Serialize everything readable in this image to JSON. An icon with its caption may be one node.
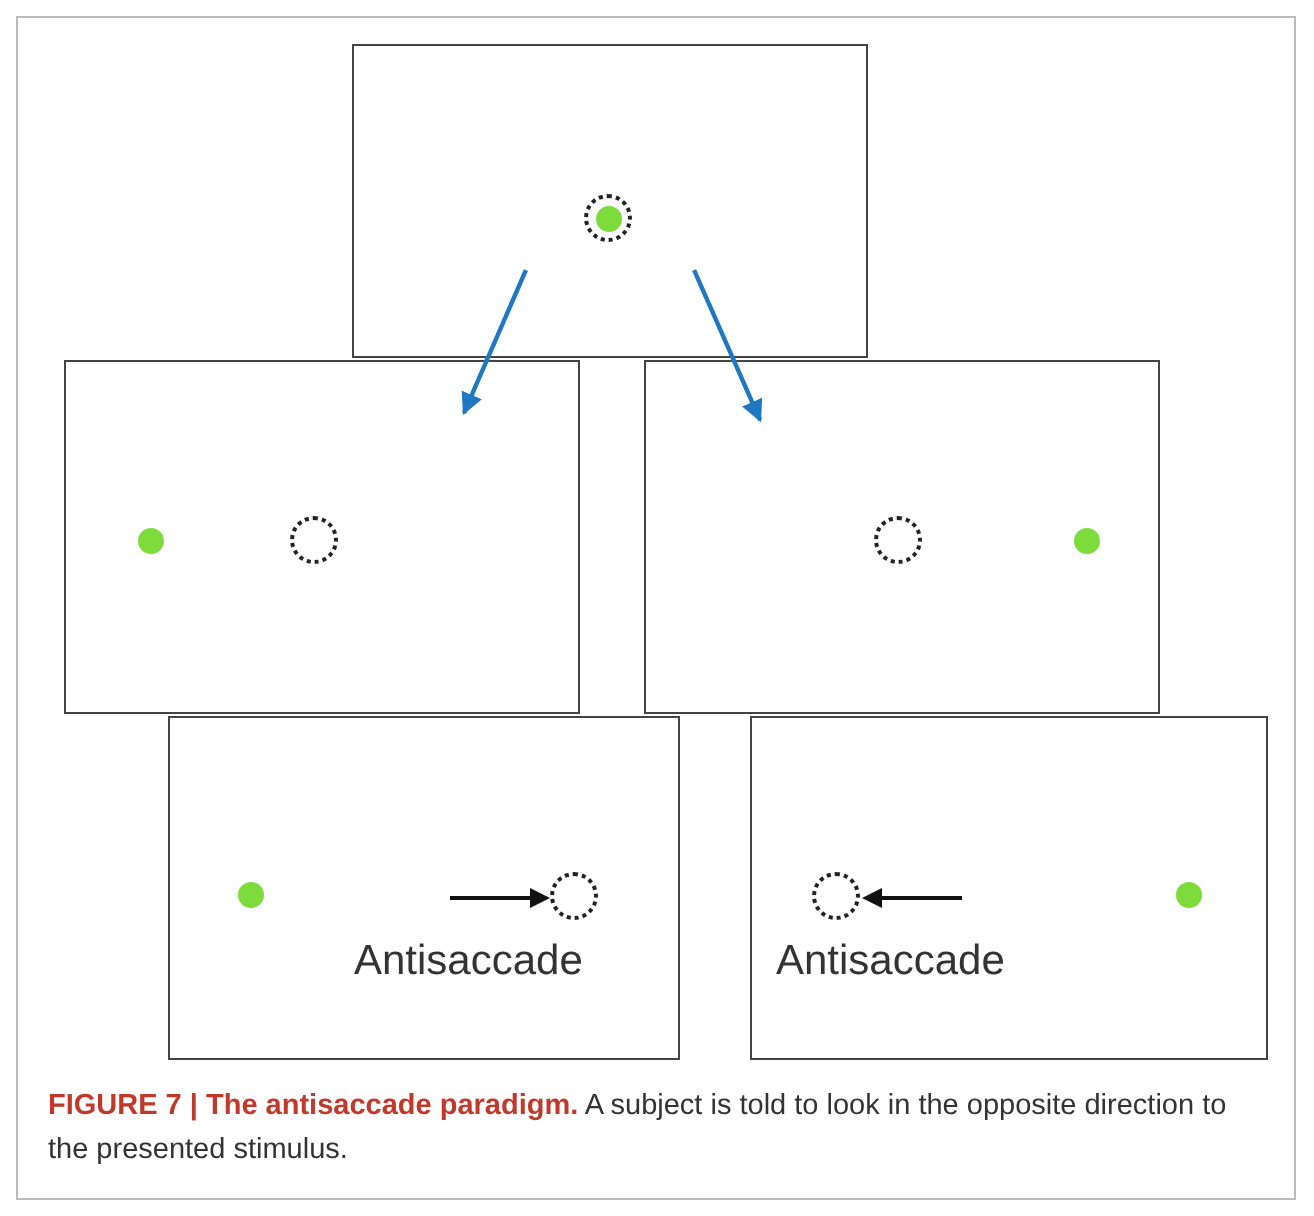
{
  "diagram": {
    "caption": "**FIGURE 7 | The antisaccade paradigm.** A subject is told to look in the opposite direction to the presented stimulus.",
    "nodes": [
      {
        "text": [],
        "shape": "box"
      },
      {
        "text": [],
        "shape": "box"
      },
      {
        "text": [],
        "shape": "box"
      },
      {
        "text": [
          "Antisaccade"
        ]
      },
      {
        "text": [
          "Antisaccade"
        ]
      }
    ],
    "edges": [
      {
        "from": 0,
        "to": 1,
        "arrow": "to",
        "color": "#1f78c1"
      },
      {
        "from": 0,
        "to": 2,
        "arrow": "to",
        "color": "#1f78c1"
      }
    ]
  }
}
